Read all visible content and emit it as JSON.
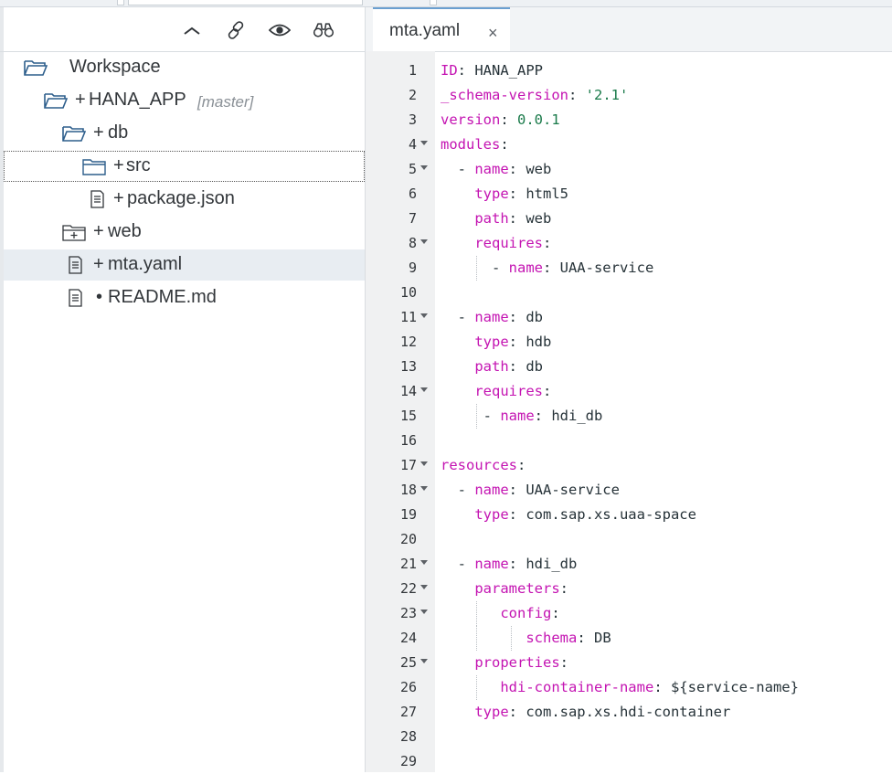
{
  "explorer": {
    "toolbar_icons": [
      "collapse-all-icon",
      "link-icon",
      "eye-icon",
      "binoculars-icon"
    ],
    "tree": [
      {
        "id": "workspace",
        "label": "Workspace",
        "prefix": "",
        "icon": "folder-open-icon",
        "depth": 0
      },
      {
        "id": "hana-app",
        "label": "HANA_APP",
        "prefix": "+",
        "branch": "[master]",
        "icon": "folder-open-icon",
        "depth": 1
      },
      {
        "id": "db",
        "label": "db",
        "prefix": "+",
        "icon": "folder-open-icon",
        "depth": 2
      },
      {
        "id": "src",
        "label": "src",
        "prefix": "+",
        "icon": "folder-closed-icon",
        "depth": 3
      },
      {
        "id": "package-json",
        "label": "package.json",
        "prefix": "+",
        "icon": "file-icon",
        "depth": 3
      },
      {
        "id": "web",
        "label": "web",
        "prefix": "+",
        "icon": "folder-plus-icon",
        "depth": 2
      },
      {
        "id": "mta-yaml",
        "label": "mta.yaml",
        "prefix": "+",
        "icon": "file-icon",
        "depth": 2
      },
      {
        "id": "readme",
        "label": "README.md",
        "prefix": "•",
        "icon": "file-icon",
        "depth": 2
      }
    ]
  },
  "editor": {
    "tab": {
      "label": "mta.yaml",
      "close": "×"
    },
    "lines": [
      {
        "n": "1",
        "fold": false,
        "parts": [
          [
            "k",
            "ID"
          ],
          [
            "v",
            ": HANA_APP"
          ]
        ],
        "guides": []
      },
      {
        "n": "2",
        "fold": false,
        "parts": [
          [
            "k",
            "_schema-version"
          ],
          [
            "v",
            ": "
          ],
          [
            "s",
            "'2.1'"
          ]
        ],
        "guides": []
      },
      {
        "n": "3",
        "fold": false,
        "parts": [
          [
            "k",
            "version"
          ],
          [
            "v",
            ": "
          ],
          [
            "s",
            "0.0.1"
          ]
        ],
        "guides": []
      },
      {
        "n": "4",
        "fold": true,
        "parts": [
          [
            "k",
            "modules"
          ],
          [
            "v",
            ":"
          ]
        ],
        "guides": []
      },
      {
        "n": "5",
        "fold": true,
        "parts": [
          [
            "v",
            "  - "
          ],
          [
            "k",
            "name"
          ],
          [
            "v",
            ": web"
          ]
        ],
        "guides": []
      },
      {
        "n": "6",
        "fold": false,
        "parts": [
          [
            "v",
            "    "
          ],
          [
            "k",
            "type"
          ],
          [
            "v",
            ": html5"
          ]
        ],
        "guides": []
      },
      {
        "n": "7",
        "fold": false,
        "parts": [
          [
            "v",
            "    "
          ],
          [
            "k",
            "path"
          ],
          [
            "v",
            ": web"
          ]
        ],
        "guides": []
      },
      {
        "n": "8",
        "fold": true,
        "parts": [
          [
            "v",
            "    "
          ],
          [
            "k",
            "requires"
          ],
          [
            "v",
            ":"
          ]
        ],
        "guides": []
      },
      {
        "n": "9",
        "fold": false,
        "parts": [
          [
            "v",
            "      - "
          ],
          [
            "k",
            "name"
          ],
          [
            "v",
            ": UAA-service"
          ]
        ],
        "guides": [
          1
        ]
      },
      {
        "n": "10",
        "fold": false,
        "parts": [],
        "guides": []
      },
      {
        "n": "11",
        "fold": true,
        "parts": [
          [
            "v",
            "  - "
          ],
          [
            "k",
            "name"
          ],
          [
            "v",
            ": db"
          ]
        ],
        "guides": []
      },
      {
        "n": "12",
        "fold": false,
        "parts": [
          [
            "v",
            "    "
          ],
          [
            "k",
            "type"
          ],
          [
            "v",
            ": hdb"
          ]
        ],
        "guides": []
      },
      {
        "n": "13",
        "fold": false,
        "parts": [
          [
            "v",
            "    "
          ],
          [
            "k",
            "path"
          ],
          [
            "v",
            ": db"
          ]
        ],
        "guides": []
      },
      {
        "n": "14",
        "fold": true,
        "parts": [
          [
            "v",
            "    "
          ],
          [
            "k",
            "requires"
          ],
          [
            "v",
            ":"
          ]
        ],
        "guides": []
      },
      {
        "n": "15",
        "fold": false,
        "parts": [
          [
            "v",
            "     - "
          ],
          [
            "k",
            "name"
          ],
          [
            "v",
            ": hdi_db"
          ]
        ],
        "guides": [
          1
        ]
      },
      {
        "n": "16",
        "fold": false,
        "parts": [],
        "guides": []
      },
      {
        "n": "17",
        "fold": true,
        "parts": [
          [
            "k",
            "resources"
          ],
          [
            "v",
            ":"
          ]
        ],
        "guides": []
      },
      {
        "n": "18",
        "fold": true,
        "parts": [
          [
            "v",
            "  - "
          ],
          [
            "k",
            "name"
          ],
          [
            "v",
            ": UAA-service"
          ]
        ],
        "guides": []
      },
      {
        "n": "19",
        "fold": false,
        "parts": [
          [
            "v",
            "    "
          ],
          [
            "k",
            "type"
          ],
          [
            "v",
            ": com.sap.xs.uaa-space"
          ]
        ],
        "guides": []
      },
      {
        "n": "20",
        "fold": false,
        "parts": [],
        "guides": []
      },
      {
        "n": "21",
        "fold": true,
        "parts": [
          [
            "v",
            "  - "
          ],
          [
            "k",
            "name"
          ],
          [
            "v",
            ": hdi_db"
          ]
        ],
        "guides": []
      },
      {
        "n": "22",
        "fold": true,
        "parts": [
          [
            "v",
            "    "
          ],
          [
            "k",
            "parameters"
          ],
          [
            "v",
            ":"
          ]
        ],
        "guides": []
      },
      {
        "n": "23",
        "fold": true,
        "parts": [
          [
            "v",
            "       "
          ],
          [
            "k",
            "config"
          ],
          [
            "v",
            ":"
          ]
        ],
        "guides": [
          1
        ]
      },
      {
        "n": "24",
        "fold": false,
        "parts": [
          [
            "v",
            "          "
          ],
          [
            "k",
            "schema"
          ],
          [
            "v",
            ": DB"
          ]
        ],
        "guides": [
          1,
          2
        ]
      },
      {
        "n": "25",
        "fold": true,
        "parts": [
          [
            "v",
            "    "
          ],
          [
            "k",
            "properties"
          ],
          [
            "v",
            ":"
          ]
        ],
        "guides": []
      },
      {
        "n": "26",
        "fold": false,
        "parts": [
          [
            "v",
            "       "
          ],
          [
            "k",
            "hdi-container-name"
          ],
          [
            "v",
            ": ${service-name}"
          ]
        ],
        "guides": [
          1
        ]
      },
      {
        "n": "27",
        "fold": false,
        "parts": [
          [
            "v",
            "    "
          ],
          [
            "k",
            "type"
          ],
          [
            "v",
            ": com.sap.xs.hdi-container"
          ]
        ],
        "guides": []
      },
      {
        "n": "28",
        "fold": false,
        "parts": [],
        "guides": []
      },
      {
        "n": "29",
        "fold": false,
        "parts": [],
        "guides": []
      }
    ]
  },
  "colors": {
    "key": "#c414b2",
    "value": "#263238",
    "string": "#1a7a4a",
    "folder_icon": "#2d5e8c"
  }
}
